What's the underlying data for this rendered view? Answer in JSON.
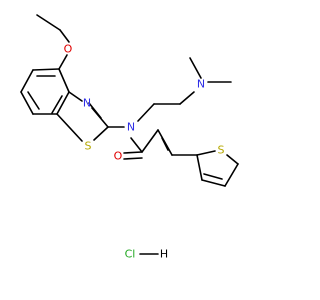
{
  "molecule": {
    "atom_labels": {
      "ether_oxygen": "O",
      "thiazole_nitrogen": "N",
      "thiazole_sulfur": "S",
      "amide_nitrogen": "N",
      "amine_nitrogen": "N",
      "carbonyl_oxygen": "O",
      "thiophene_sulfur": "S"
    },
    "salt": {
      "chlorine": "Cl",
      "hydrogen": "H"
    }
  },
  "colors": {
    "bond": "#000000",
    "oxygen": "#e00000",
    "nitrogen": "#2f2fe6",
    "sulfur": "#b5a800",
    "chlorine": "#22a822",
    "hydrogen": "#000000"
  }
}
